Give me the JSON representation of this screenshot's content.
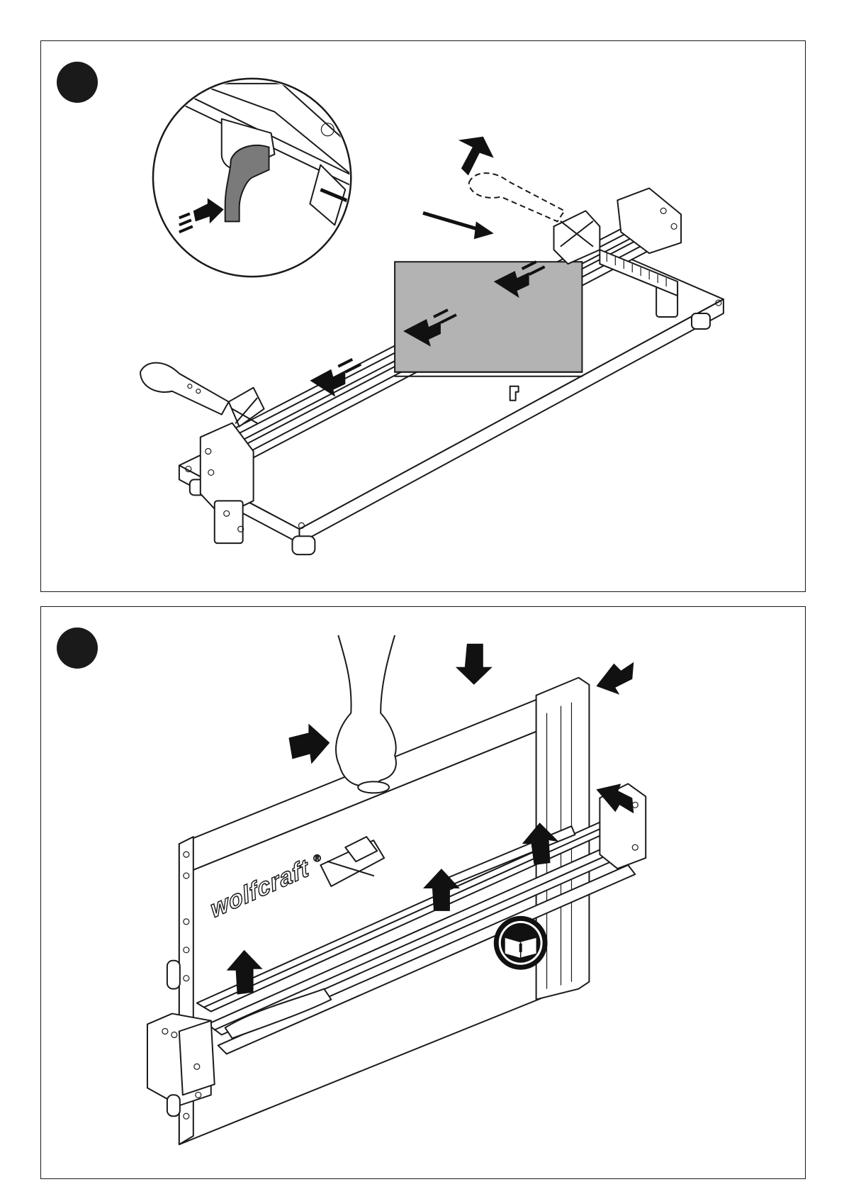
{
  "panels": [
    {
      "id": "panel1",
      "step_label": ""
    },
    {
      "id": "panel2",
      "step_label": ""
    }
  ],
  "brand": {
    "text": "wolfcraft",
    "mark": "®"
  },
  "icons": [
    "manual-info-icon"
  ],
  "colors": {
    "ink": "#1a1a1a",
    "tile": "#b3b3b3",
    "background": "#ffffff"
  }
}
